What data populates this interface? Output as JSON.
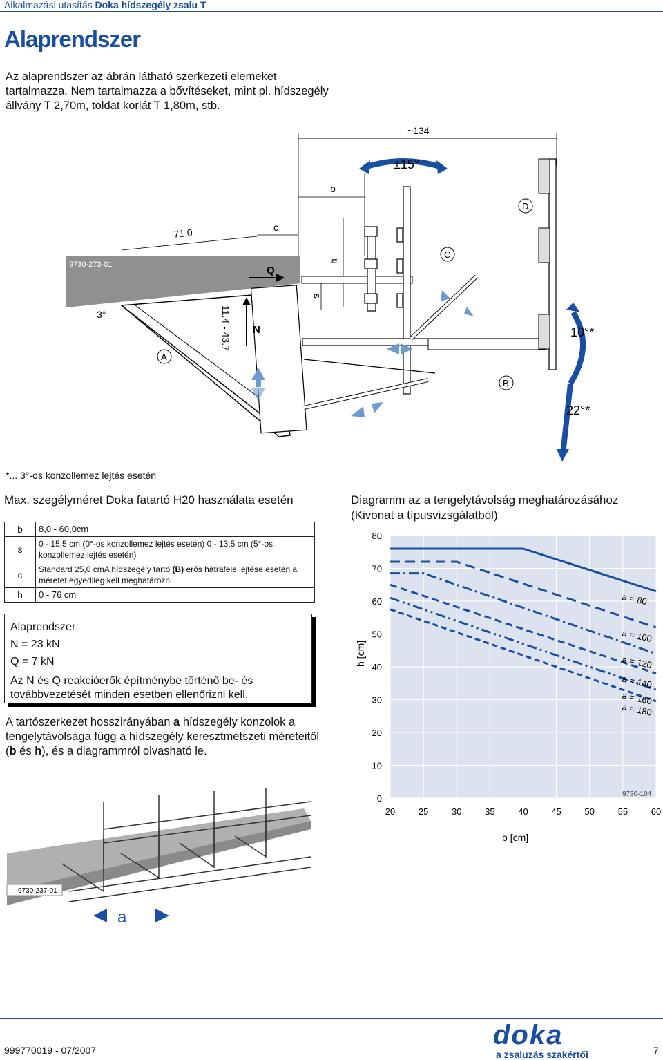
{
  "header": {
    "prefix": "Alkalmazási utasítás",
    "product": "Doka hídszegély zsalu T"
  },
  "title": "Alaprendszer",
  "intro": "Az alaprendszer az ábrán látható szerkezeti elemeket tartalmazza. Nem tartalmazza a bővítéseket, mint pl. hídszegély állvány T 2,70m, toldat korlát T 1,80m, stb.",
  "drawing": {
    "code": "9730-273-01",
    "dim_134": "~134",
    "angle_15": "±15°",
    "dim_71": "71.0",
    "dim_range": "11.4 - 43.7",
    "angle_3": "3°",
    "angle_10": "10°*",
    "angle_22": "22°*",
    "labels": {
      "b": "b",
      "c": "c",
      "h": "h",
      "s": "s",
      "Q": "Q",
      "N": "N",
      "A": "A",
      "B": "B",
      "C": "C",
      "D": "D"
    },
    "accent_color": "#1a4ea0"
  },
  "footnote": "*... 3°-os konzollemez lejtés esetén",
  "dims": {
    "title": "Max. szegélyméret Doka fatartó H20 használata esetén",
    "rows": [
      {
        "key": "b",
        "value": "8,0 - 60,0cm"
      },
      {
        "key": "s",
        "value": "0 - 15,5 cm (0°-os konzollemez lejtés esetén) 0 - 13,5 cm (5°-os konzollemez lejtés esetén)"
      },
      {
        "key": "c",
        "pre": "Standard 25,0 cmA hídszegély tartó ",
        "bold": "(B)",
        "post": " erős hátrafele lejtése esetén a méretet egyedileg kell meghatározni"
      },
      {
        "key": "h",
        "value": "0 - 76 cm"
      }
    ]
  },
  "loads": {
    "title": "Alaprendszer:",
    "n": "N = 23 kN",
    "q": "Q = 7 kN",
    "note": "Az N és Q reakcióerők építménybe történő be- és továbbvezetését minden esetben ellenőrizni kell."
  },
  "para": {
    "t1": "A tartószerkezet hosszirányában ",
    "b1": "a",
    "t2": " hídszegély konzolok a tengelytávolsága függ a hídszegély keresztmetszeti méreteitől (",
    "b2": "b",
    "t3": " és ",
    "b3": "h",
    "t4": "), és a diagrammról olvasható le."
  },
  "chart_title": "Diagramm az a tengelytávolság meghatározásához (Kivonat a típusvizsgálatból)",
  "chart_data": {
    "type": "line",
    "title": "Diagramm az a tengelytávolság meghatározásához (Kivonat a típusvizsgálatból)",
    "xlabel": "b [cm]",
    "ylabel": "h [cm]",
    "xlim": [
      20,
      60
    ],
    "ylim": [
      0,
      80
    ],
    "xticks": [
      20,
      25,
      30,
      35,
      40,
      45,
      50,
      55,
      60
    ],
    "yticks": [
      0,
      10,
      20,
      30,
      40,
      50,
      60,
      70,
      80
    ],
    "code": "9730-104",
    "series": [
      {
        "name": "a = 80",
        "x": [
          20,
          40,
          60
        ],
        "y": [
          76,
          76,
          63
        ]
      },
      {
        "name": "a = 100",
        "x": [
          20,
          30,
          60
        ],
        "y": [
          72,
          72,
          52
        ]
      },
      {
        "name": "a = 120",
        "x": [
          20,
          25,
          60
        ],
        "y": [
          68.5,
          68.5,
          44
        ]
      },
      {
        "name": "a = 140",
        "x": [
          20,
          60
        ],
        "y": [
          65,
          38
        ]
      },
      {
        "name": "a = 160",
        "x": [
          20,
          60
        ],
        "y": [
          61,
          33
        ]
      },
      {
        "name": "a = 180",
        "x": [
          20,
          60
        ],
        "y": [
          57.5,
          29.5
        ]
      }
    ]
  },
  "photo": {
    "code": "9730-237-01",
    "label": "a"
  },
  "footer": {
    "code": "999770019 - 07/2007",
    "page": "7",
    "logo": "doka",
    "tagline": "a zsaluzás szakértői"
  }
}
